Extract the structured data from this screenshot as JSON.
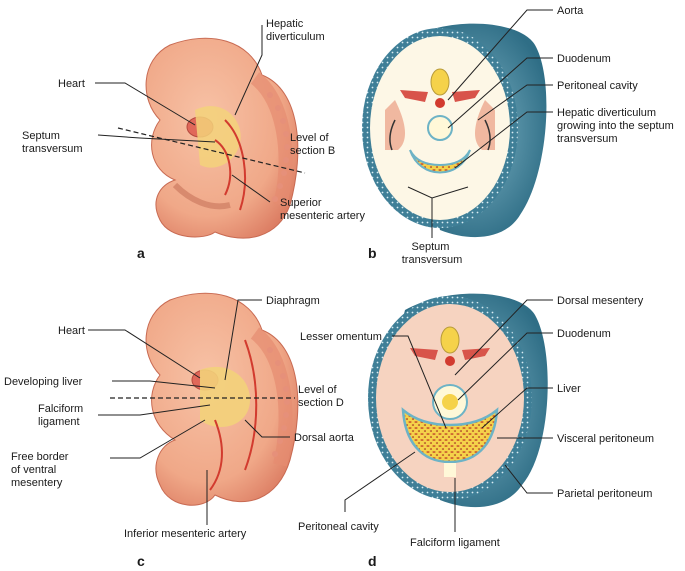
{
  "panels": {
    "a": {
      "letter": "a",
      "heart": "Heart",
      "hepatic_diverticulum": [
        "Hepatic",
        "diverticulum"
      ],
      "septum_transversum": [
        "Septum",
        "transversum"
      ],
      "level_of_section": [
        "Level of",
        "section B"
      ],
      "superior_mesenteric_artery": [
        "Superior",
        "mesenteric artery"
      ]
    },
    "b": {
      "letter": "b",
      "aorta": "Aorta",
      "duodenum": "Duodenum",
      "peritoneal_cavity": "Peritoneal cavity",
      "hepatic_diverticulum_growing": [
        "Hepatic diverticulum",
        "growing into the septum",
        "transversum"
      ],
      "septum_transversum": [
        "Septum",
        "transversum"
      ]
    },
    "c": {
      "letter": "c",
      "heart": "Heart",
      "diaphragm": "Diaphragm",
      "developing_liver": "Developing liver",
      "falciform_ligament": [
        "Falciform",
        "ligament"
      ],
      "level_of_section": [
        "Level of",
        "section D"
      ],
      "free_border": [
        "Free border",
        "of ventral",
        "mesentery"
      ],
      "dorsal_aorta": "Dorsal aorta",
      "inferior_mesenteric_artery": "Inferior mesenteric artery"
    },
    "d": {
      "letter": "d",
      "dorsal_mesentery": "Dorsal mesentery",
      "lesser_omentum": "Lesser omentum",
      "duodenum": "Duodenum",
      "liver": "Liver",
      "visceral_peritoneum": "Visceral peritoneum",
      "parietal_peritoneum": "Parietal peritoneum",
      "peritoneal_cavity": "Peritoneal cavity",
      "falciform_ligament": "Falciform ligament"
    }
  },
  "colors": {
    "embryo_skin": "#f0a888",
    "embryo_dark": "#d8735c",
    "yolk": "#f5d24a",
    "cross_section_outer": "#4e8fa6",
    "cavity": "#fdf7e6",
    "vessel": "#d23b2f"
  }
}
